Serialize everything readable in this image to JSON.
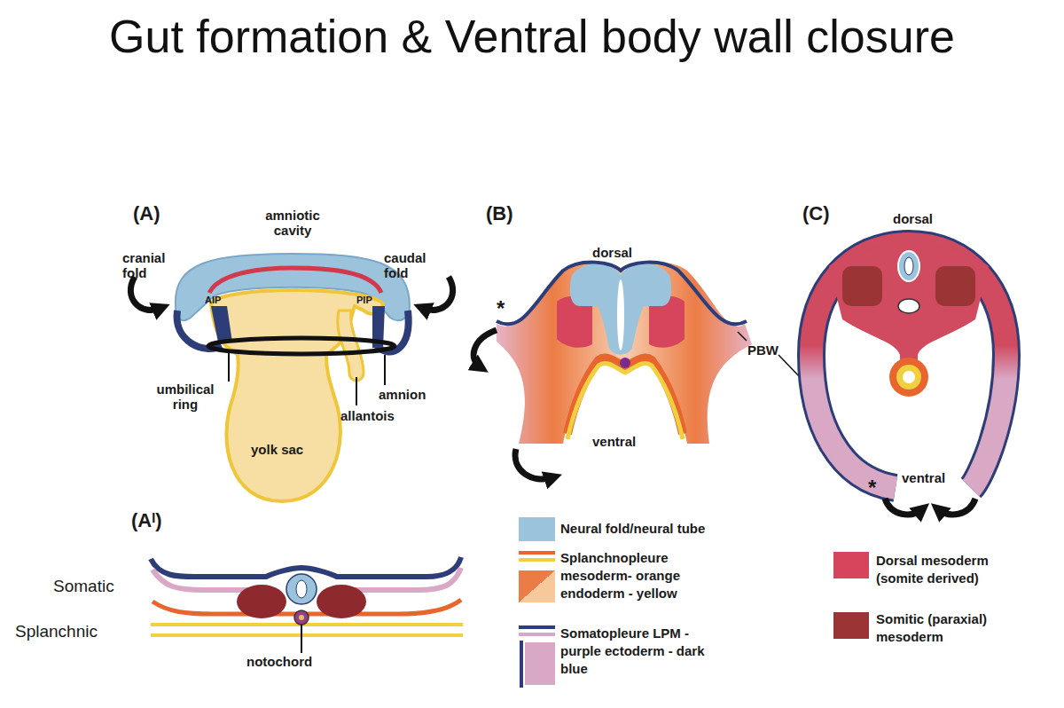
{
  "diagram": {
    "title": "Gut formation & Ventral body wall closure",
    "labels": [
      "(A)",
      "amniotic cavity",
      "cranial fold",
      "caudal fold",
      "AIP",
      "PIP",
      "umbilical ring",
      "amnion",
      "allantois",
      "yolk sac",
      "(Aᴵ)",
      "Somatic",
      "Splanchnic",
      "notochord",
      "(B)",
      "dorsal",
      "*",
      "PBW",
      "ventral",
      "(C)",
      "dorsal",
      "*",
      "ventral"
    ],
    "legend": [
      {
        "text": "Neural fold/neural tube",
        "color": "#9cc3dc"
      },
      {
        "text": "Splanchnopleure mesoderm- orange endoderm - yellow"
      },
      {
        "text": "Somatopleure LPM - purple ectoderm - dark blue"
      },
      {
        "text": "Dorsal mesoderm (somite derived)",
        "color": "#d6455c"
      },
      {
        "text": "Somitic (paraxial) mesoderm",
        "color": "#9b3535"
      }
    ]
  }
}
